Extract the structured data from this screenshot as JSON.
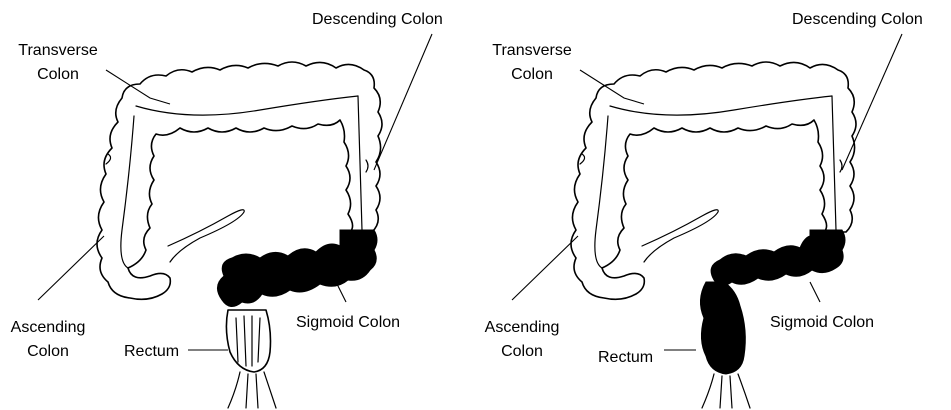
{
  "diagrams": [
    {
      "id": "left",
      "labels": {
        "transverse_line1": "Transverse",
        "transverse_line2": "Colon",
        "descending": "Descending Colon",
        "ascending_line1": "Ascending",
        "ascending_line2": "Colon",
        "sigmoid": "Sigmoid Colon",
        "rectum": "Rectum"
      },
      "highlighted_segments": [
        "sigmoid-colon"
      ],
      "highlight_color": "#000000"
    },
    {
      "id": "right",
      "labels": {
        "transverse_line1": "Transverse",
        "transverse_line2": "Colon",
        "descending": "Descending Colon",
        "ascending_line1": "Ascending",
        "ascending_line2": "Colon",
        "sigmoid": "Sigmoid Colon",
        "rectum": "Rectum"
      },
      "highlighted_segments": [
        "sigmoid-colon",
        "rectum"
      ],
      "highlight_color": "#000000"
    }
  ]
}
